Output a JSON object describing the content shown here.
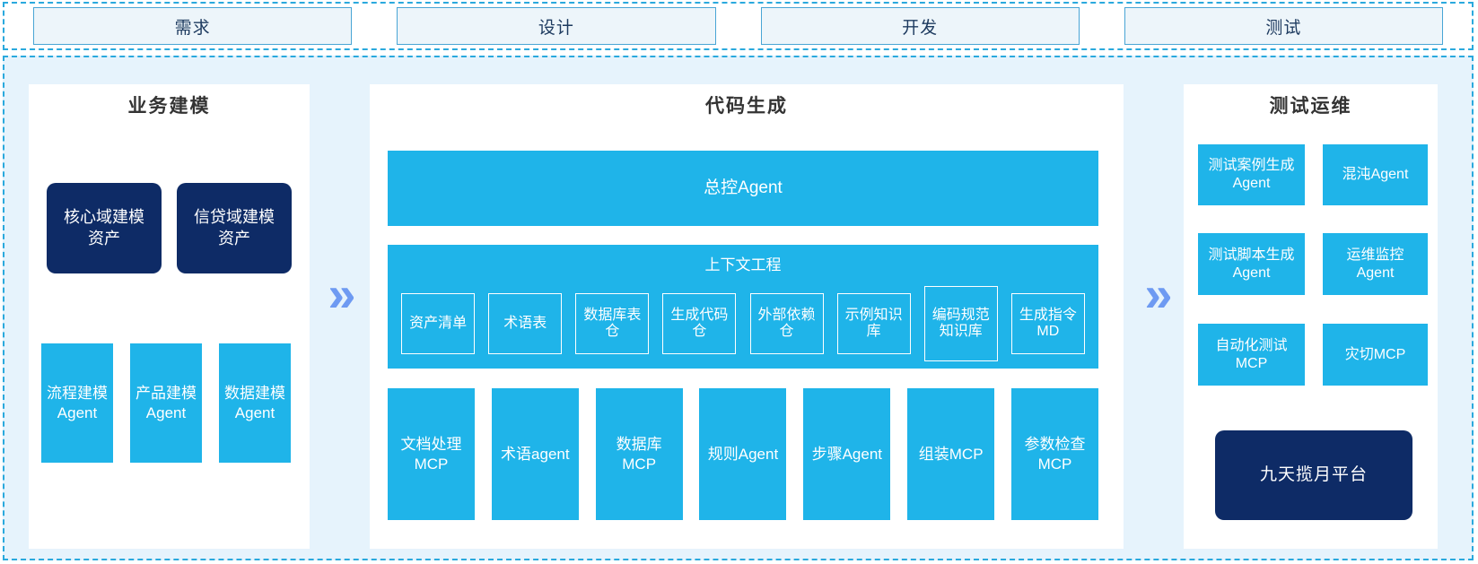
{
  "colors": {
    "cyan": "#1fb4e9",
    "navy": "#0e2b66",
    "chevron_blue": "#6e9af2",
    "dashed_border": "#2aa9dd",
    "main_background": "#e6f3fc",
    "panel_background": "#ffffff",
    "phase_box_fill": "#edf5fa",
    "phase_box_border": "#49a5d5",
    "title_text": "#333333"
  },
  "top_phases": [
    "需求",
    "设计",
    "开发",
    "测试"
  ],
  "arrow_glyph": "»",
  "panels": {
    "business_modeling": {
      "title": "业务建模",
      "asset_boxes": [
        "核心域建模资产",
        "信贷域建模资产"
      ],
      "agent_boxes": [
        "流程建模Agent",
        "产品建模Agent",
        "数据建模Agent"
      ]
    },
    "code_generation": {
      "title": "代码生成",
      "master_agent": "总控Agent",
      "context_engineering": {
        "title": "上下文工程",
        "items": [
          "资产清单",
          "术语表",
          "数据库表仓",
          "生成代码仓",
          "外部依赖仓",
          "示例知识库",
          "编码规范知识库",
          "生成指令MD"
        ]
      },
      "tool_boxes": [
        "文档处理MCP",
        "术语agent",
        "数据库MCP",
        "规则Agent",
        "步骤Agent",
        "组装MCP",
        "参数检查MCP"
      ]
    },
    "test_ops": {
      "title": "测试运维",
      "boxes": [
        "测试案例生成Agent",
        "混沌Agent",
        "测试脚本生成Agent",
        "运维监控Agent",
        "自动化测试MCP",
        "灾切MCP"
      ],
      "platform_box": "九天揽月平台"
    }
  }
}
